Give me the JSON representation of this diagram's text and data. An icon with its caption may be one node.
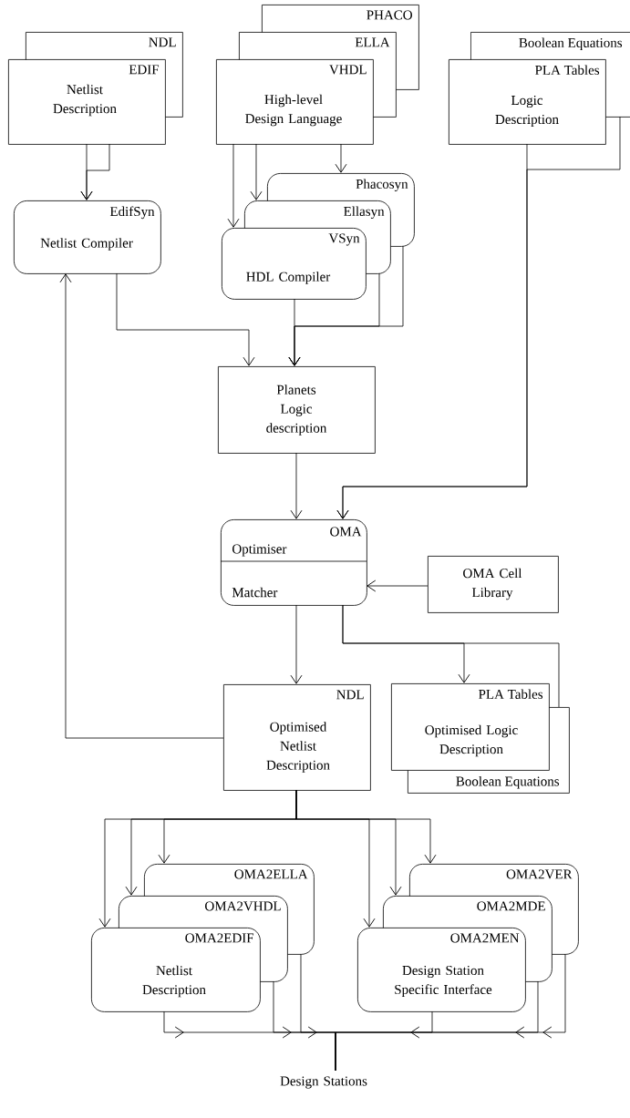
{
  "diagram": {
    "nodes": [
      {
        "text": [
          "NDL"
        ]
      },
      {
        "text": [
          "EDIF",
          "Netlist Description"
        ]
      },
      {
        "text": [
          "PHACO"
        ]
      },
      {
        "text": [
          "ELLA"
        ]
      },
      {
        "text": [
          "VHDL",
          "High-level Design Language"
        ]
      },
      {
        "text": [
          "Boolean Equations"
        ]
      },
      {
        "text": [
          "PLA Tables",
          "Logic Description"
        ]
      },
      {
        "text": [
          "EdifSyn",
          "Netlist Compiler"
        ]
      },
      {
        "text": [
          "Phacosyn"
        ]
      },
      {
        "text": [
          "Ellasyn"
        ]
      },
      {
        "text": [
          "VSyn",
          "HDL Compiler"
        ]
      },
      {
        "text": [
          "Planets Logic description"
        ]
      },
      {
        "text": [
          "OMA",
          "Optimiser",
          "Matcher"
        ]
      },
      {
        "text": [
          "OMA Cell Library"
        ]
      },
      {
        "text": [
          "NDL",
          "Optimised Netlist Description"
        ]
      },
      {
        "text": [
          "PLA Tables",
          "Optimised Logic Description"
        ]
      },
      {
        "text": [
          "Boolean Equations"
        ]
      },
      {
        "text": [
          "OMA2ELLA"
        ]
      },
      {
        "text": [
          "OMA2VHDL"
        ]
      },
      {
        "text": [
          "OMA2EDIF",
          "Netlist Description"
        ]
      },
      {
        "text": [
          "OMA2VER"
        ]
      },
      {
        "text": [
          "OMA2MDE"
        ]
      },
      {
        "text": [
          "OMA2MEN",
          "Design Station Specific Interface"
        ]
      },
      {
        "text": [
          "Design Stations"
        ]
      }
    ],
    "edges": [
      {
        "from": 1,
        "to": 7,
        "arrow": "to"
      },
      {
        "from": 1,
        "to": 7,
        "arrow": "to"
      },
      {
        "from": 4,
        "to": 10,
        "arrow": "to"
      },
      {
        "from": 4,
        "to": 9,
        "arrow": "to"
      },
      {
        "from": 4,
        "to": 8,
        "arrow": "to"
      },
      {
        "from": 7,
        "to": 11,
        "arrow": "to"
      },
      {
        "from": 10,
        "to": 11,
        "arrow": "to"
      },
      {
        "from": 9,
        "to": 11,
        "arrow": "to"
      },
      {
        "from": 8,
        "to": 11,
        "arrow": "to"
      },
      {
        "from": 6,
        "to": 12,
        "arrow": "to"
      },
      {
        "from": 5,
        "to": 12,
        "arrow": "to"
      },
      {
        "from": 11,
        "to": 12,
        "arrow": "to"
      },
      {
        "from": 13,
        "to": 12,
        "arrow": "to"
      },
      {
        "from": 14,
        "to": 7,
        "arrow": "to"
      },
      {
        "from": 12,
        "to": 14,
        "arrow": "to"
      },
      {
        "from": 12,
        "to": 15,
        "arrow": "to"
      },
      {
        "from": 12,
        "to": 16,
        "arrow": "none"
      },
      {
        "from": 14,
        "to": 17,
        "arrow": "to"
      },
      {
        "from": 14,
        "to": 18,
        "arrow": "to"
      },
      {
        "from": 14,
        "to": 19,
        "arrow": "to"
      },
      {
        "from": 14,
        "to": 20,
        "arrow": "to"
      },
      {
        "from": 14,
        "to": 21,
        "arrow": "to"
      },
      {
        "from": 14,
        "to": 22,
        "arrow": "to"
      },
      {
        "from": 19,
        "to": 23,
        "arrow": "to"
      },
      {
        "from": 18,
        "to": 23,
        "arrow": "to"
      },
      {
        "from": 17,
        "to": 23,
        "arrow": "to"
      },
      {
        "from": 22,
        "to": 23,
        "arrow": "to"
      },
      {
        "from": 21,
        "to": 23,
        "arrow": "to"
      },
      {
        "from": 20,
        "to": 23,
        "arrow": "to"
      }
    ]
  }
}
